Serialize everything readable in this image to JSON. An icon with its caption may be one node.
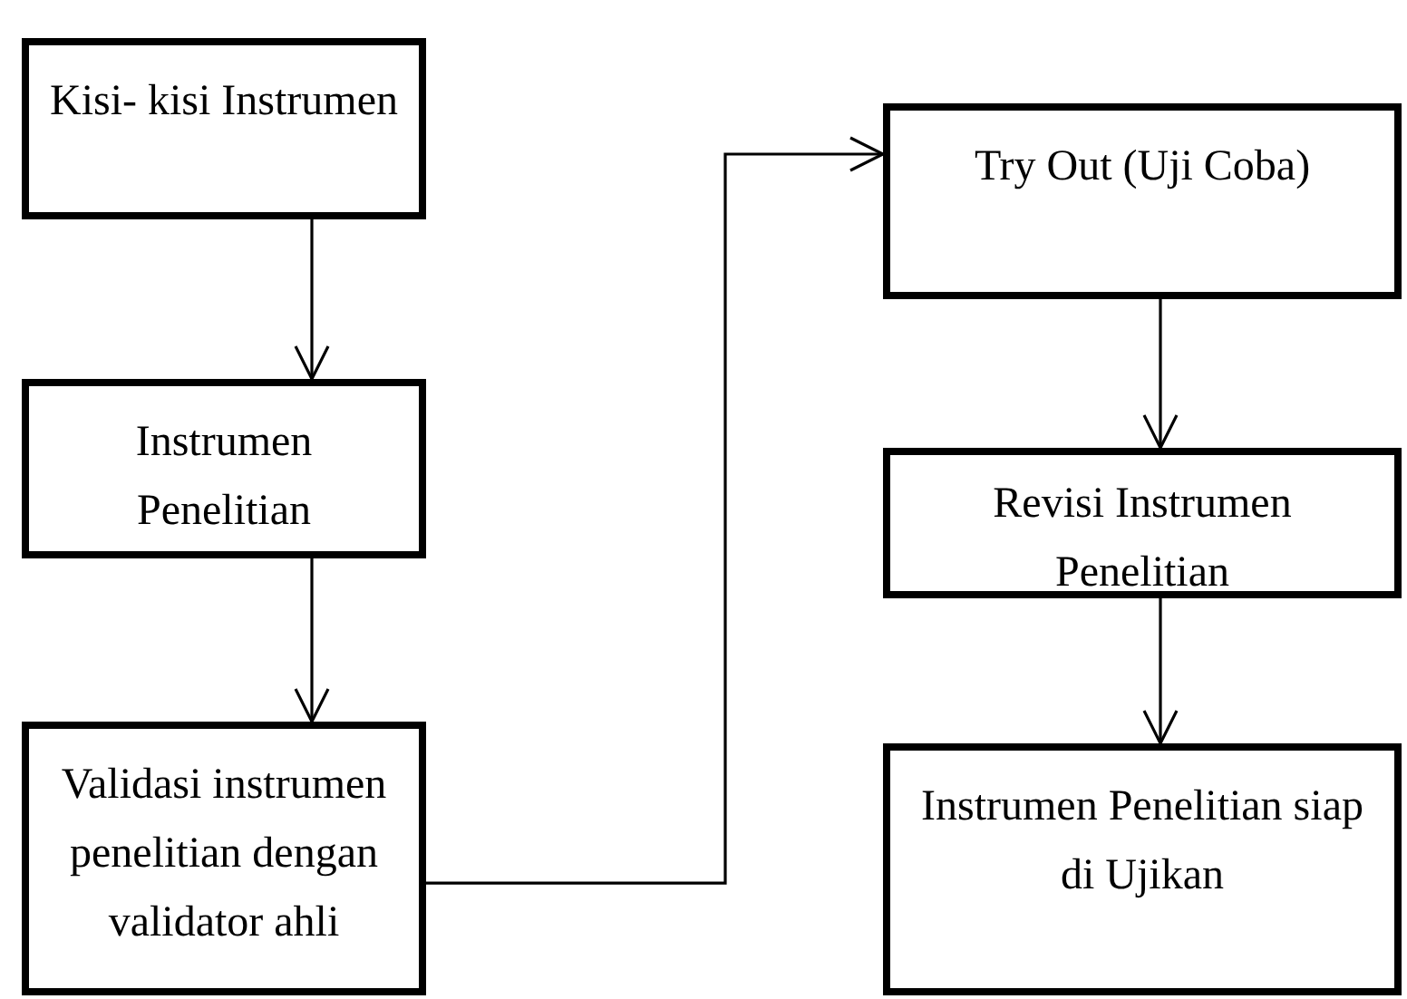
{
  "diagram": {
    "nodes": [
      {
        "text": [
          "Kisi- kisi Instrumen"
        ]
      },
      {
        "text": [
          "Instrumen Penelitian"
        ]
      },
      {
        "text": [
          "Validasi instrumen penelitian dengan validator ahli"
        ]
      },
      {
        "text": [
          "Try Out (Uji Coba)"
        ]
      },
      {
        "text": [
          "Revisi Instrumen Penelitian"
        ]
      },
      {
        "text": [
          "Instrumen Penelitian siap di Ujikan"
        ]
      }
    ],
    "edges": [
      {
        "from": 0,
        "to": 1,
        "arrow": "to"
      },
      {
        "from": 1,
        "to": 2,
        "arrow": "to"
      },
      {
        "from": 2,
        "to": 3,
        "arrow": "to"
      },
      {
        "from": 3,
        "to": 4,
        "arrow": "to"
      },
      {
        "from": 4,
        "to": 5,
        "arrow": "to"
      }
    ]
  }
}
